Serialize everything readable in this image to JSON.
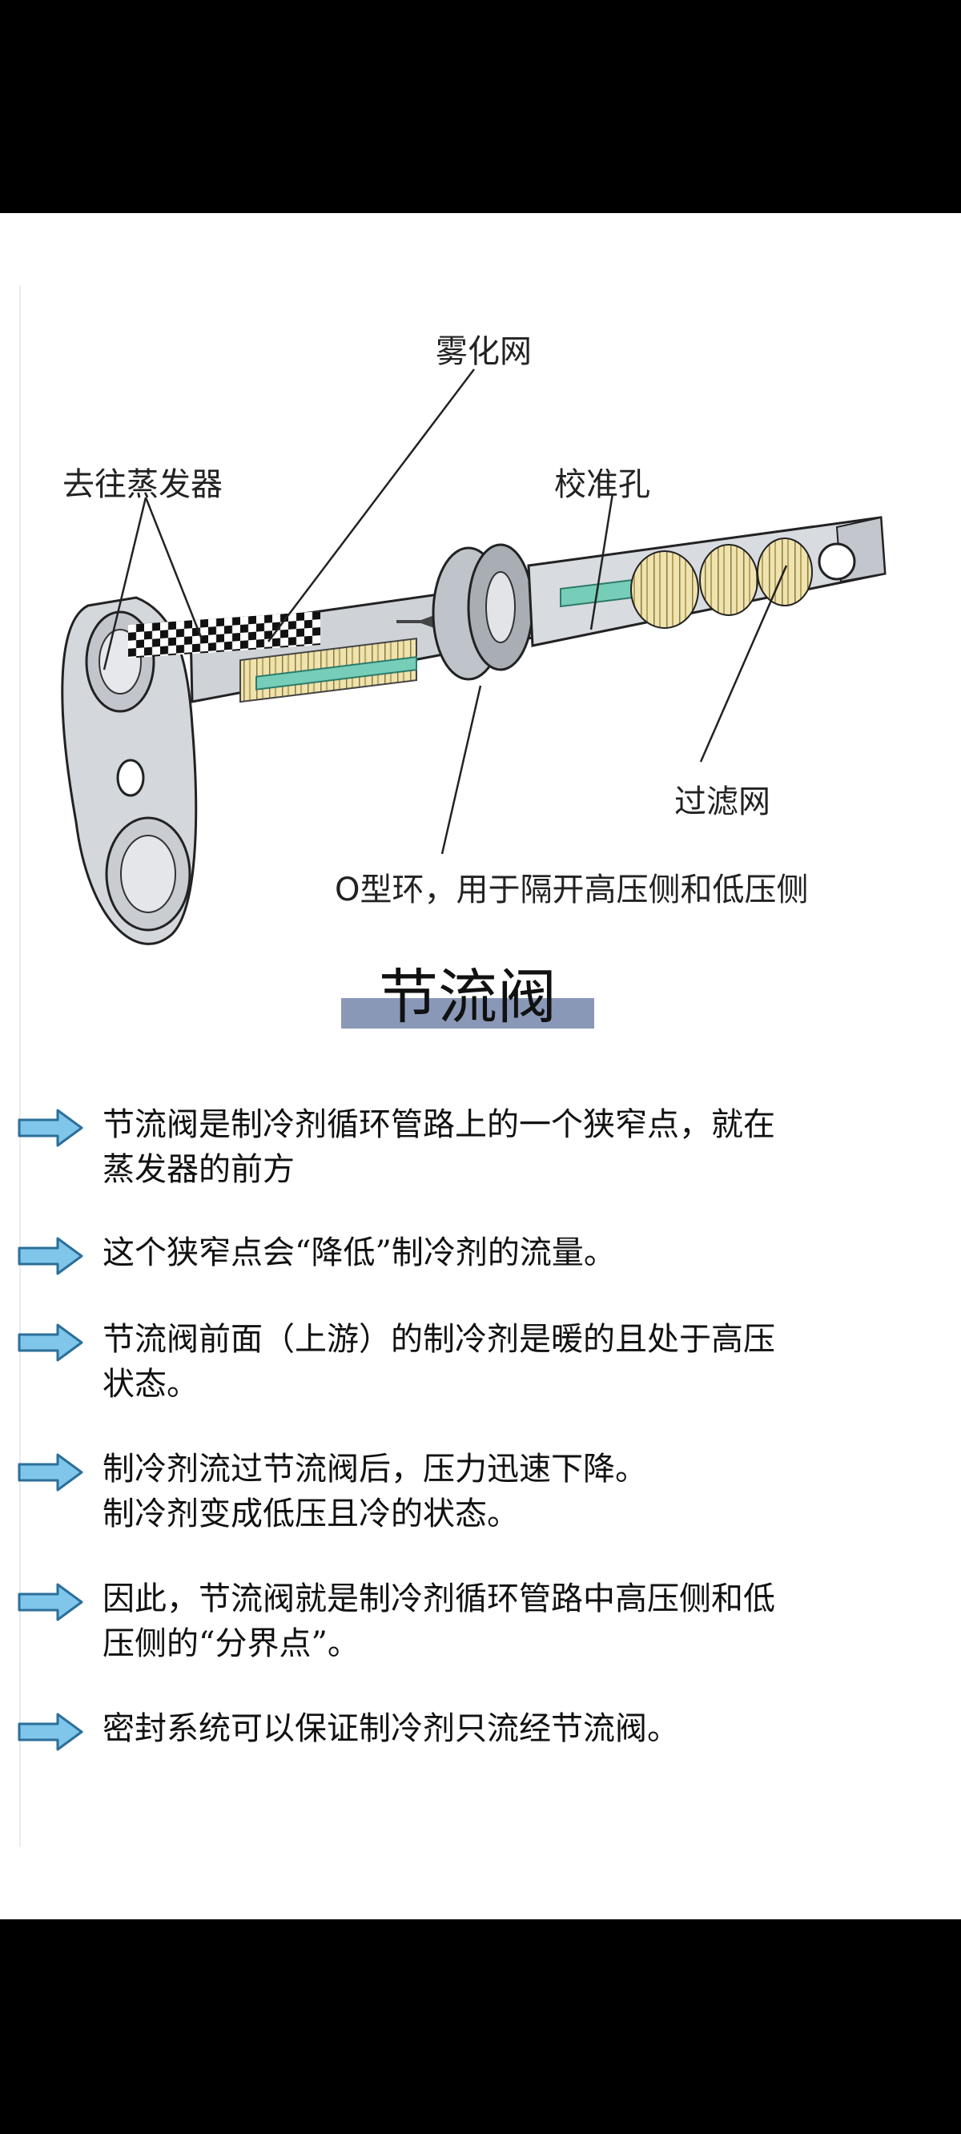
{
  "labels": {
    "atomizer_mesh": "雾化网",
    "to_evaporator": "去往蒸发器",
    "calibrated_orifice": "校准孔",
    "filter_screen": "过滤网",
    "o_ring": "O型环，用于隔开高压侧和低压侧"
  },
  "title": "节流阀",
  "bullets": [
    {
      "lines": [
        "节流阀是制冷剂循环管路上的一个狭窄点，就在",
        "蒸发器的前方"
      ]
    },
    {
      "lines": [
        "这个狭窄点会“降低”制冷剂的流量。"
      ]
    },
    {
      "lines": [
        "节流阀前面（上游）的制冷剂是暖的且处于高压",
        "状态。"
      ]
    },
    {
      "lines": [
        "制冷剂流过节流阀后，压力迅速下降。",
        "制冷剂变成低压且冷的状态。"
      ]
    },
    {
      "lines": [
        "因此，节流阀就是制冷剂循环管路中高压侧和低",
        "压侧的“分界点”。"
      ]
    },
    {
      "lines": [
        "密封系统可以保证制冷剂只流经节流阀。"
      ]
    }
  ],
  "colors": {
    "title_bar": "#8a98b8",
    "arrow_fill": "#7fc6ea",
    "arrow_stroke": "#2b6f9a"
  }
}
